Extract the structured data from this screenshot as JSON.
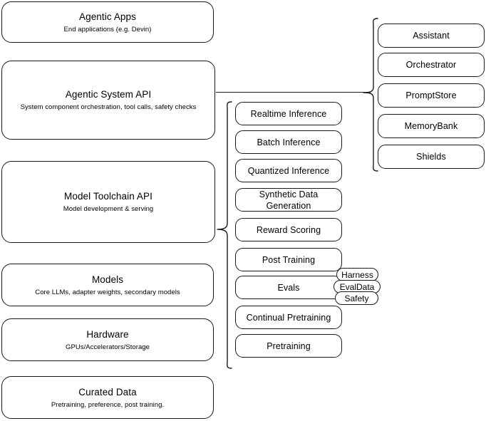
{
  "diagram": {
    "title": "Agentic AI stack layers",
    "stroke_color": "#1a1a1a",
    "background_color": "#ffffff"
  },
  "layers": [
    {
      "id": "agentic-apps",
      "title": "Agentic Apps",
      "subtitle": "End applications (e.g. Devin)"
    },
    {
      "id": "agentic-system-api",
      "title": "Agentic System API",
      "subtitle": "System component orchestration, tool calls, safety checks"
    },
    {
      "id": "model-toolchain-api",
      "title": "Model Toolchain API",
      "subtitle": "Model development & serving"
    },
    {
      "id": "models",
      "title": "Models",
      "subtitle": "Core LLMs, adapter weights, secondary models"
    },
    {
      "id": "hardware",
      "title": "Hardware",
      "subtitle": "GPUs/Accelerators/Storage"
    },
    {
      "id": "curated-data",
      "title": "Curated Data",
      "subtitle": "Pretraining, preference, post training."
    }
  ],
  "toolchain_components": [
    {
      "id": "realtime-inference",
      "label": "Realtime Inference"
    },
    {
      "id": "batch-inference",
      "label": "Batch Inference"
    },
    {
      "id": "quantized-inference",
      "label": "Quantized Inference"
    },
    {
      "id": "synthetic-data-generation",
      "label": "Synthetic Data Generation"
    },
    {
      "id": "reward-scoring",
      "label": "Reward Scoring"
    },
    {
      "id": "post-training",
      "label": "Post Training"
    },
    {
      "id": "evals",
      "label": "Evals"
    },
    {
      "id": "continual-pretraining",
      "label": "Continual Pretraining"
    },
    {
      "id": "pretraining",
      "label": "Pretraining"
    }
  ],
  "eval_subcomponents": [
    {
      "id": "harness",
      "label": "Harness"
    },
    {
      "id": "evaldata",
      "label": "EvalData"
    },
    {
      "id": "safety",
      "label": "Safety"
    }
  ],
  "system_components": [
    {
      "id": "assistant",
      "label": "Assistant"
    },
    {
      "id": "orchestrator",
      "label": "Orchestrator"
    },
    {
      "id": "promptstore",
      "label": "PromptStore"
    },
    {
      "id": "memorybank",
      "label": "MemoryBank"
    },
    {
      "id": "shields",
      "label": "Shields"
    }
  ]
}
